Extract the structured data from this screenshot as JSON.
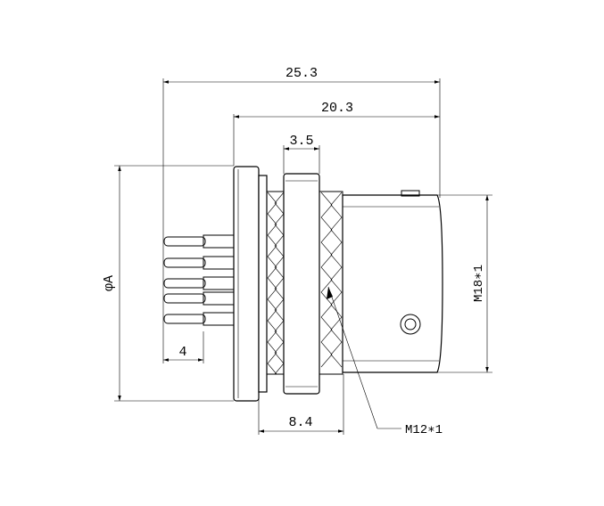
{
  "dimensions": {
    "overall_length": "25.3",
    "body_length": "20.3",
    "flange_thickness": "3.5",
    "diameter_a": "φA",
    "pin_length": "4",
    "thread_length": "8.4",
    "rear_thread": "M18∗1",
    "front_thread": "M12∗1"
  }
}
